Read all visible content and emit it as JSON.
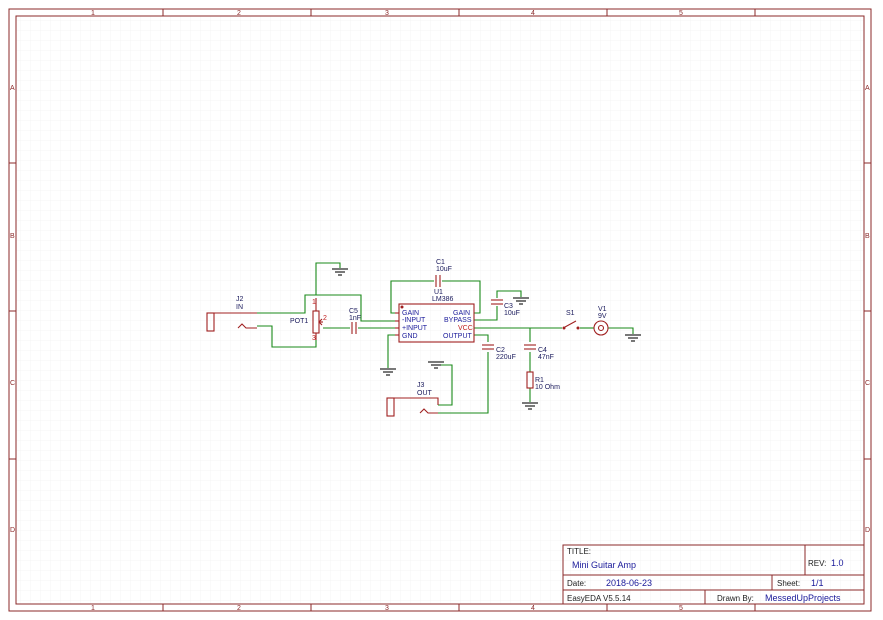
{
  "title_block": {
    "title_label": "TITLE:",
    "title": "Mini Guitar Amp",
    "rev_label": "REV:",
    "rev": "1.0",
    "date_label": "Date:",
    "date": "2018-06-23",
    "sheet_label": "Sheet:",
    "sheet": "1/1",
    "software": "EasyEDA V5.5.14",
    "drawn_label": "Drawn By:",
    "drawn_by": "MessedUpProjects"
  },
  "border": {
    "columns": [
      "1",
      "2",
      "3",
      "4",
      "5"
    ],
    "rows": [
      "A",
      "B",
      "C",
      "D"
    ]
  },
  "components": {
    "j2": {
      "ref": "J2",
      "value": "IN"
    },
    "pot1": {
      "ref": "POT1",
      "pin1": "1",
      "pin2": "2",
      "pin3": "3"
    },
    "c5": {
      "ref": "C5",
      "value": "1nF"
    },
    "c1": {
      "ref": "C1",
      "value": "10uF"
    },
    "u1": {
      "ref": "U1",
      "value": "LM386",
      "pins_left": [
        "GAIN",
        "-INPUT",
        "+INPUT",
        "GND"
      ],
      "pins_right": [
        "GAIN",
        "BYPASS",
        "VCC",
        "OUTPUT"
      ]
    },
    "c3": {
      "ref": "C3",
      "value": "10uF"
    },
    "c2": {
      "ref": "C2",
      "value": "220uF"
    },
    "c4": {
      "ref": "C4",
      "value": "47nF"
    },
    "r1": {
      "ref": "R1",
      "value": "10 Ohm"
    },
    "s1": {
      "ref": "S1"
    },
    "v1": {
      "ref": "V1",
      "value": "9V"
    },
    "j3": {
      "ref": "J3",
      "value": "OUT"
    }
  }
}
